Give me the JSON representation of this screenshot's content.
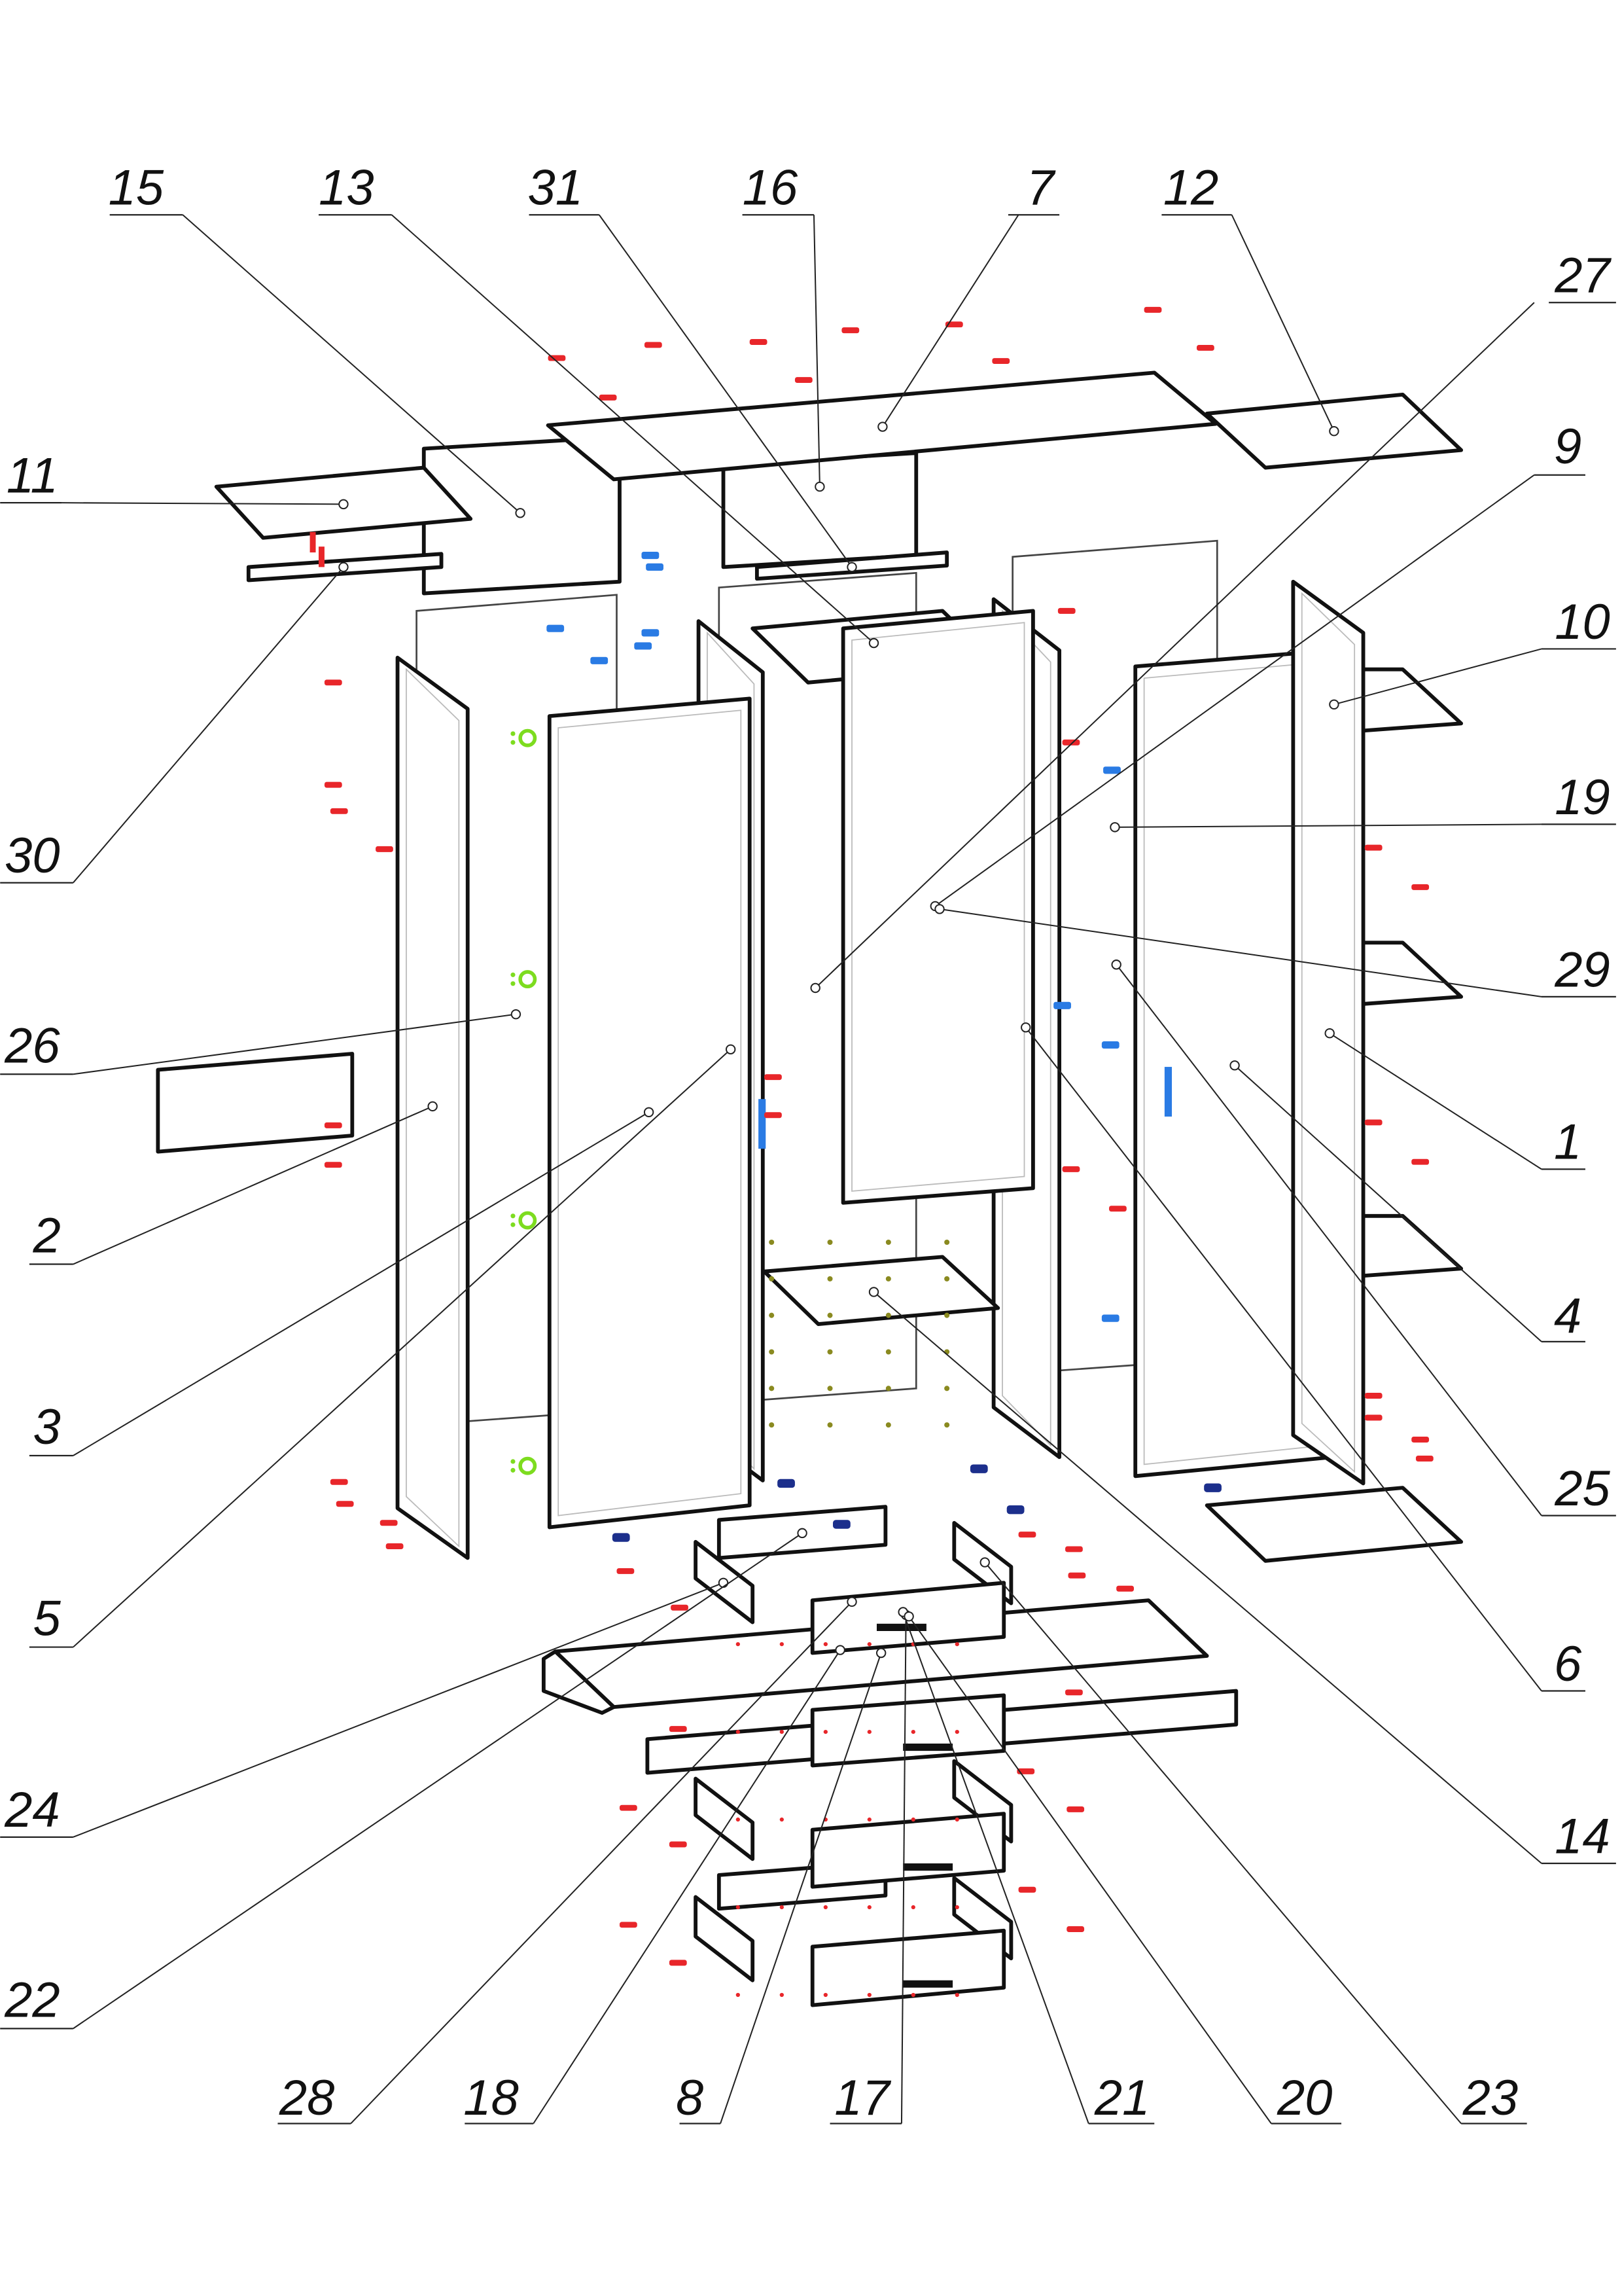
{
  "diagram": {
    "type": "exploded assembly view",
    "callouts": [
      "15",
      "13",
      "31",
      "16",
      "7",
      "12",
      "27",
      "9",
      "10",
      "19",
      "29",
      "1",
      "4",
      "25",
      "6",
      "14",
      "11",
      "30",
      "26",
      "2",
      "3",
      "5",
      "24",
      "22",
      "28",
      "18",
      "8",
      "17",
      "21",
      "20",
      "23"
    ],
    "colors": {
      "outline": "#111111",
      "dowel": "#e8262a",
      "cam": "#7ddc1f",
      "connector_blue": "#2a7be4",
      "connector_navy": "#1c2f8c",
      "confirmat": "#8a8a20"
    }
  }
}
